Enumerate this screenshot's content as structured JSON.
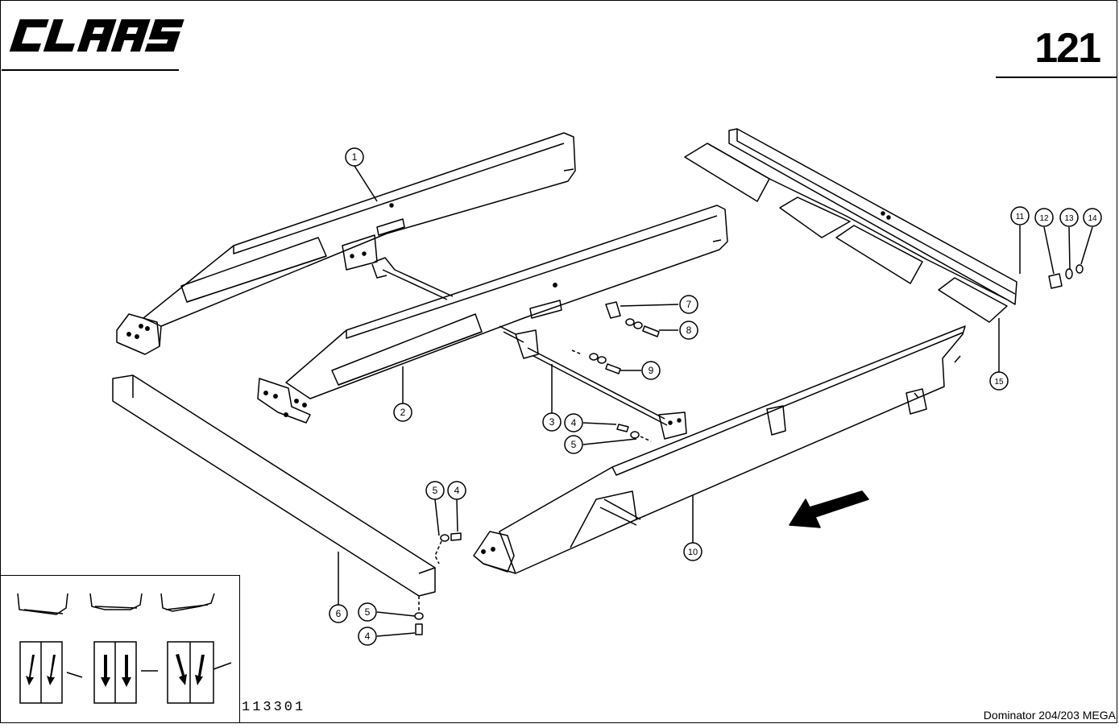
{
  "header": {
    "brand": "CLAAS",
    "page_number": "121"
  },
  "footer": {
    "drawing_number": "113301",
    "model": "Dominator 204/203 MEGA"
  },
  "callouts": [
    {
      "id": "c1",
      "label": "1"
    },
    {
      "id": "c2",
      "label": "2"
    },
    {
      "id": "c3",
      "label": "3"
    },
    {
      "id": "c4a",
      "label": "4"
    },
    {
      "id": "c5a",
      "label": "5"
    },
    {
      "id": "c4b",
      "label": "4"
    },
    {
      "id": "c5b",
      "label": "5"
    },
    {
      "id": "c5c",
      "label": "5"
    },
    {
      "id": "c4c",
      "label": "4"
    },
    {
      "id": "c6",
      "label": "6"
    },
    {
      "id": "c7",
      "label": "7"
    },
    {
      "id": "c8",
      "label": "8"
    },
    {
      "id": "c9",
      "label": "9"
    },
    {
      "id": "c10",
      "label": "10"
    },
    {
      "id": "c11",
      "label": "11"
    },
    {
      "id": "c12",
      "label": "12"
    },
    {
      "id": "c13",
      "label": "13"
    },
    {
      "id": "c14",
      "label": "14"
    },
    {
      "id": "c15",
      "label": "15"
    }
  ]
}
